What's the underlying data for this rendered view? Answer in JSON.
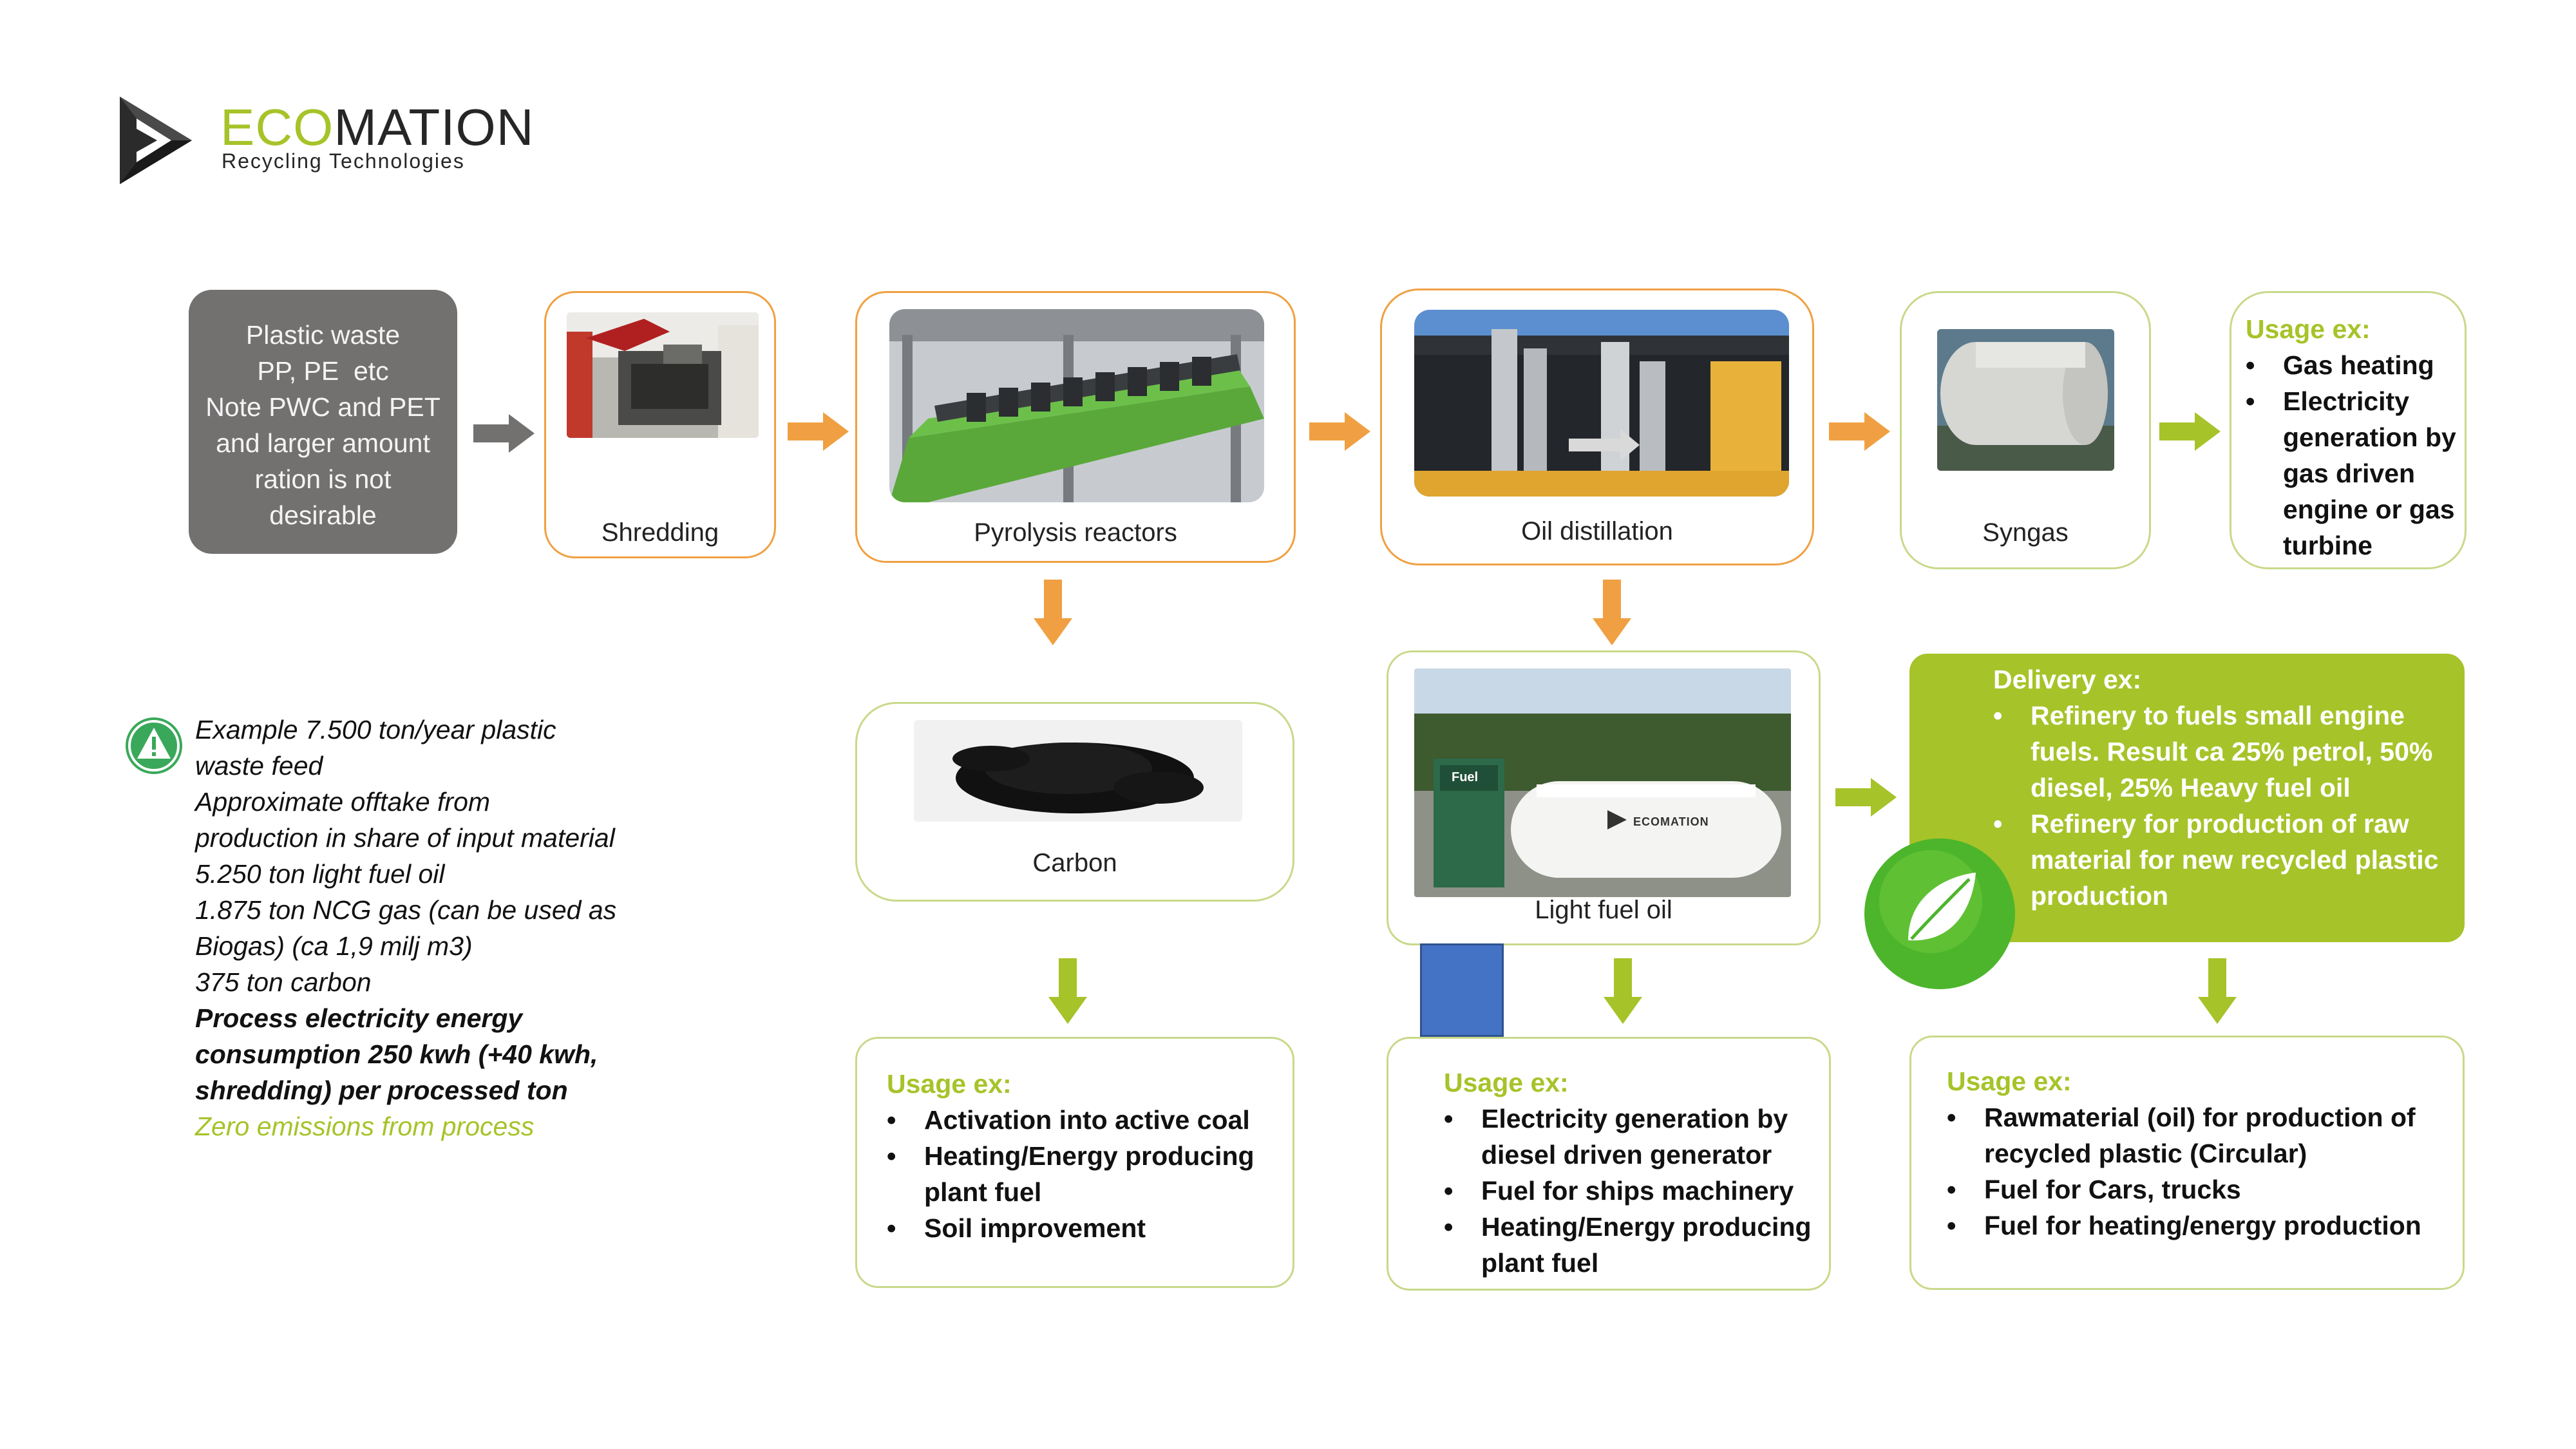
{
  "logo": {
    "name_part1": "ECO",
    "name_part2": "MATION",
    "subtitle": "Recycling Technologies"
  },
  "input_box": {
    "lines": [
      "Plastic waste",
      "PP, PE  etc",
      "Note PWC and PET",
      "and larger amount",
      "ration is not",
      "desirable"
    ]
  },
  "steps": {
    "shredding": "Shredding",
    "pyrolysis": "Pyrolysis reactors",
    "distillation": "Oil distillation",
    "syngas": "Syngas",
    "carbon": "Carbon",
    "light_fuel_oil": "Light fuel oil"
  },
  "syngas_usage": {
    "title": "Usage ex:",
    "items": [
      "Gas heating",
      "Electricity generation by gas driven engine or gas turbine"
    ]
  },
  "delivery": {
    "title": "Delivery ex:",
    "items": [
      "Refinery to fuels small engine fuels. Result ca 25% petrol, 50% diesel, 25% Heavy fuel oil",
      "Refinery for production of raw material for new recycled plastic production"
    ]
  },
  "carbon_usage": {
    "title": "Usage ex:",
    "items": [
      "Activation into active coal",
      "Heating/Energy producing plant fuel",
      "Soil improvement"
    ]
  },
  "oil_usage": {
    "title": "Usage ex:",
    "items": [
      "Electricity generation by diesel driven generator",
      "Fuel for ships machinery",
      "Heating/Energy producing plant fuel"
    ]
  },
  "refinery_usage": {
    "title": "Usage ex:",
    "items": [
      "Rawmaterial (oil) for production of recycled plastic (Circular)",
      "Fuel for Cars, trucks",
      "Fuel for heating/energy production"
    ]
  },
  "info": {
    "lines": [
      "Example 7.500 ton/year plastic",
      "waste feed",
      "Approximate offtake from",
      "production in share of input material",
      "5.250 ton light fuel oil",
      "1.875 ton NCG gas (can be used as",
      "Biogas) (ca 1,9 milj m3)",
      "375 ton carbon"
    ],
    "bold_lines": [
      "Process electricity energy",
      "consumption 250 kwh (+40 kwh,",
      "shredding) per processed ton"
    ],
    "green_line": "Zero emissions from process"
  },
  "tank_logo_text": "ECOMATION",
  "station_sign": "Fuel",
  "colors": {
    "green": "#a6c329",
    "orange": "#f0a042",
    "gray_arrow": "#737170",
    "gray_box": "#737170",
    "blue_square": "#4472c4"
  }
}
